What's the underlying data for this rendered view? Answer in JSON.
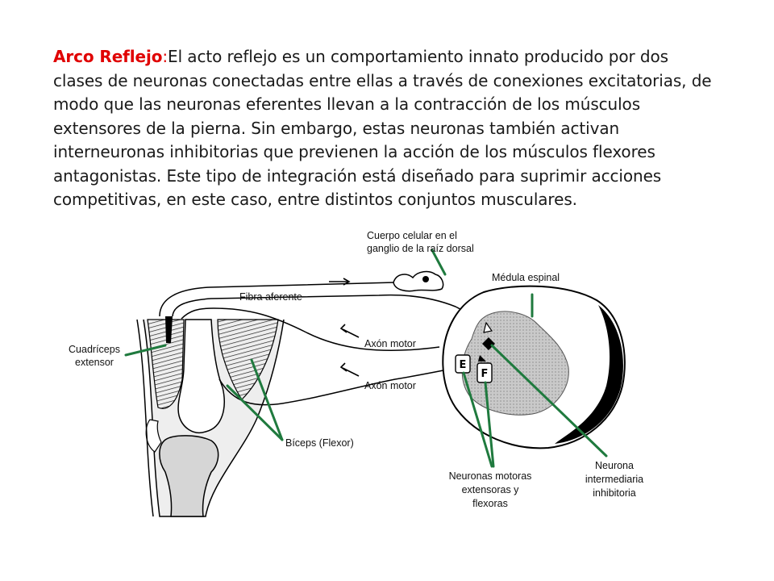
{
  "intro": {
    "title": "Arco Reflejo",
    "colon": ":",
    "body": "El acto reflejo es un comportamiento innato producido por dos clases de neuronas conectadas entre ellas a través de conexiones excitatorias, de modo que las neuronas eferentes llevan a la contracción de los músculos extensores de la pierna. Sin embargo, estas neuronas también activan interneuronas inhibitorias que previenen la acción de los músculos flexores antagonistas. Este tipo de integración está diseñado para suprimir acciones competitivas, en este caso, entre distintos conjuntos musculares."
  },
  "colors": {
    "title": "#e00000",
    "pointer": "#1f7a3e",
    "tissue": "#c9c9c9",
    "ink": "#000000"
  },
  "diagram": {
    "labels": {
      "cuerpo_1": "Cuerpo celular en el",
      "cuerpo_2": "ganglio de la raíz dorsal",
      "medula": "Médula espinal",
      "fibra": "Fibra aferente",
      "axon1": "Axón motor",
      "axon2": "Axón motor",
      "cuad_1": "Cuadríceps",
      "cuad_2": "extensor",
      "biceps": "Bíceps (Flexor)",
      "motoras_1": "Neuronas motoras",
      "motoras_2": "extensoras y",
      "motoras_3": "flexoras",
      "inter_1": "Neurona",
      "inter_2": "intermediaria",
      "inter_3": "inhibitoria",
      "marker_e": "E",
      "marker_f": "F"
    }
  }
}
